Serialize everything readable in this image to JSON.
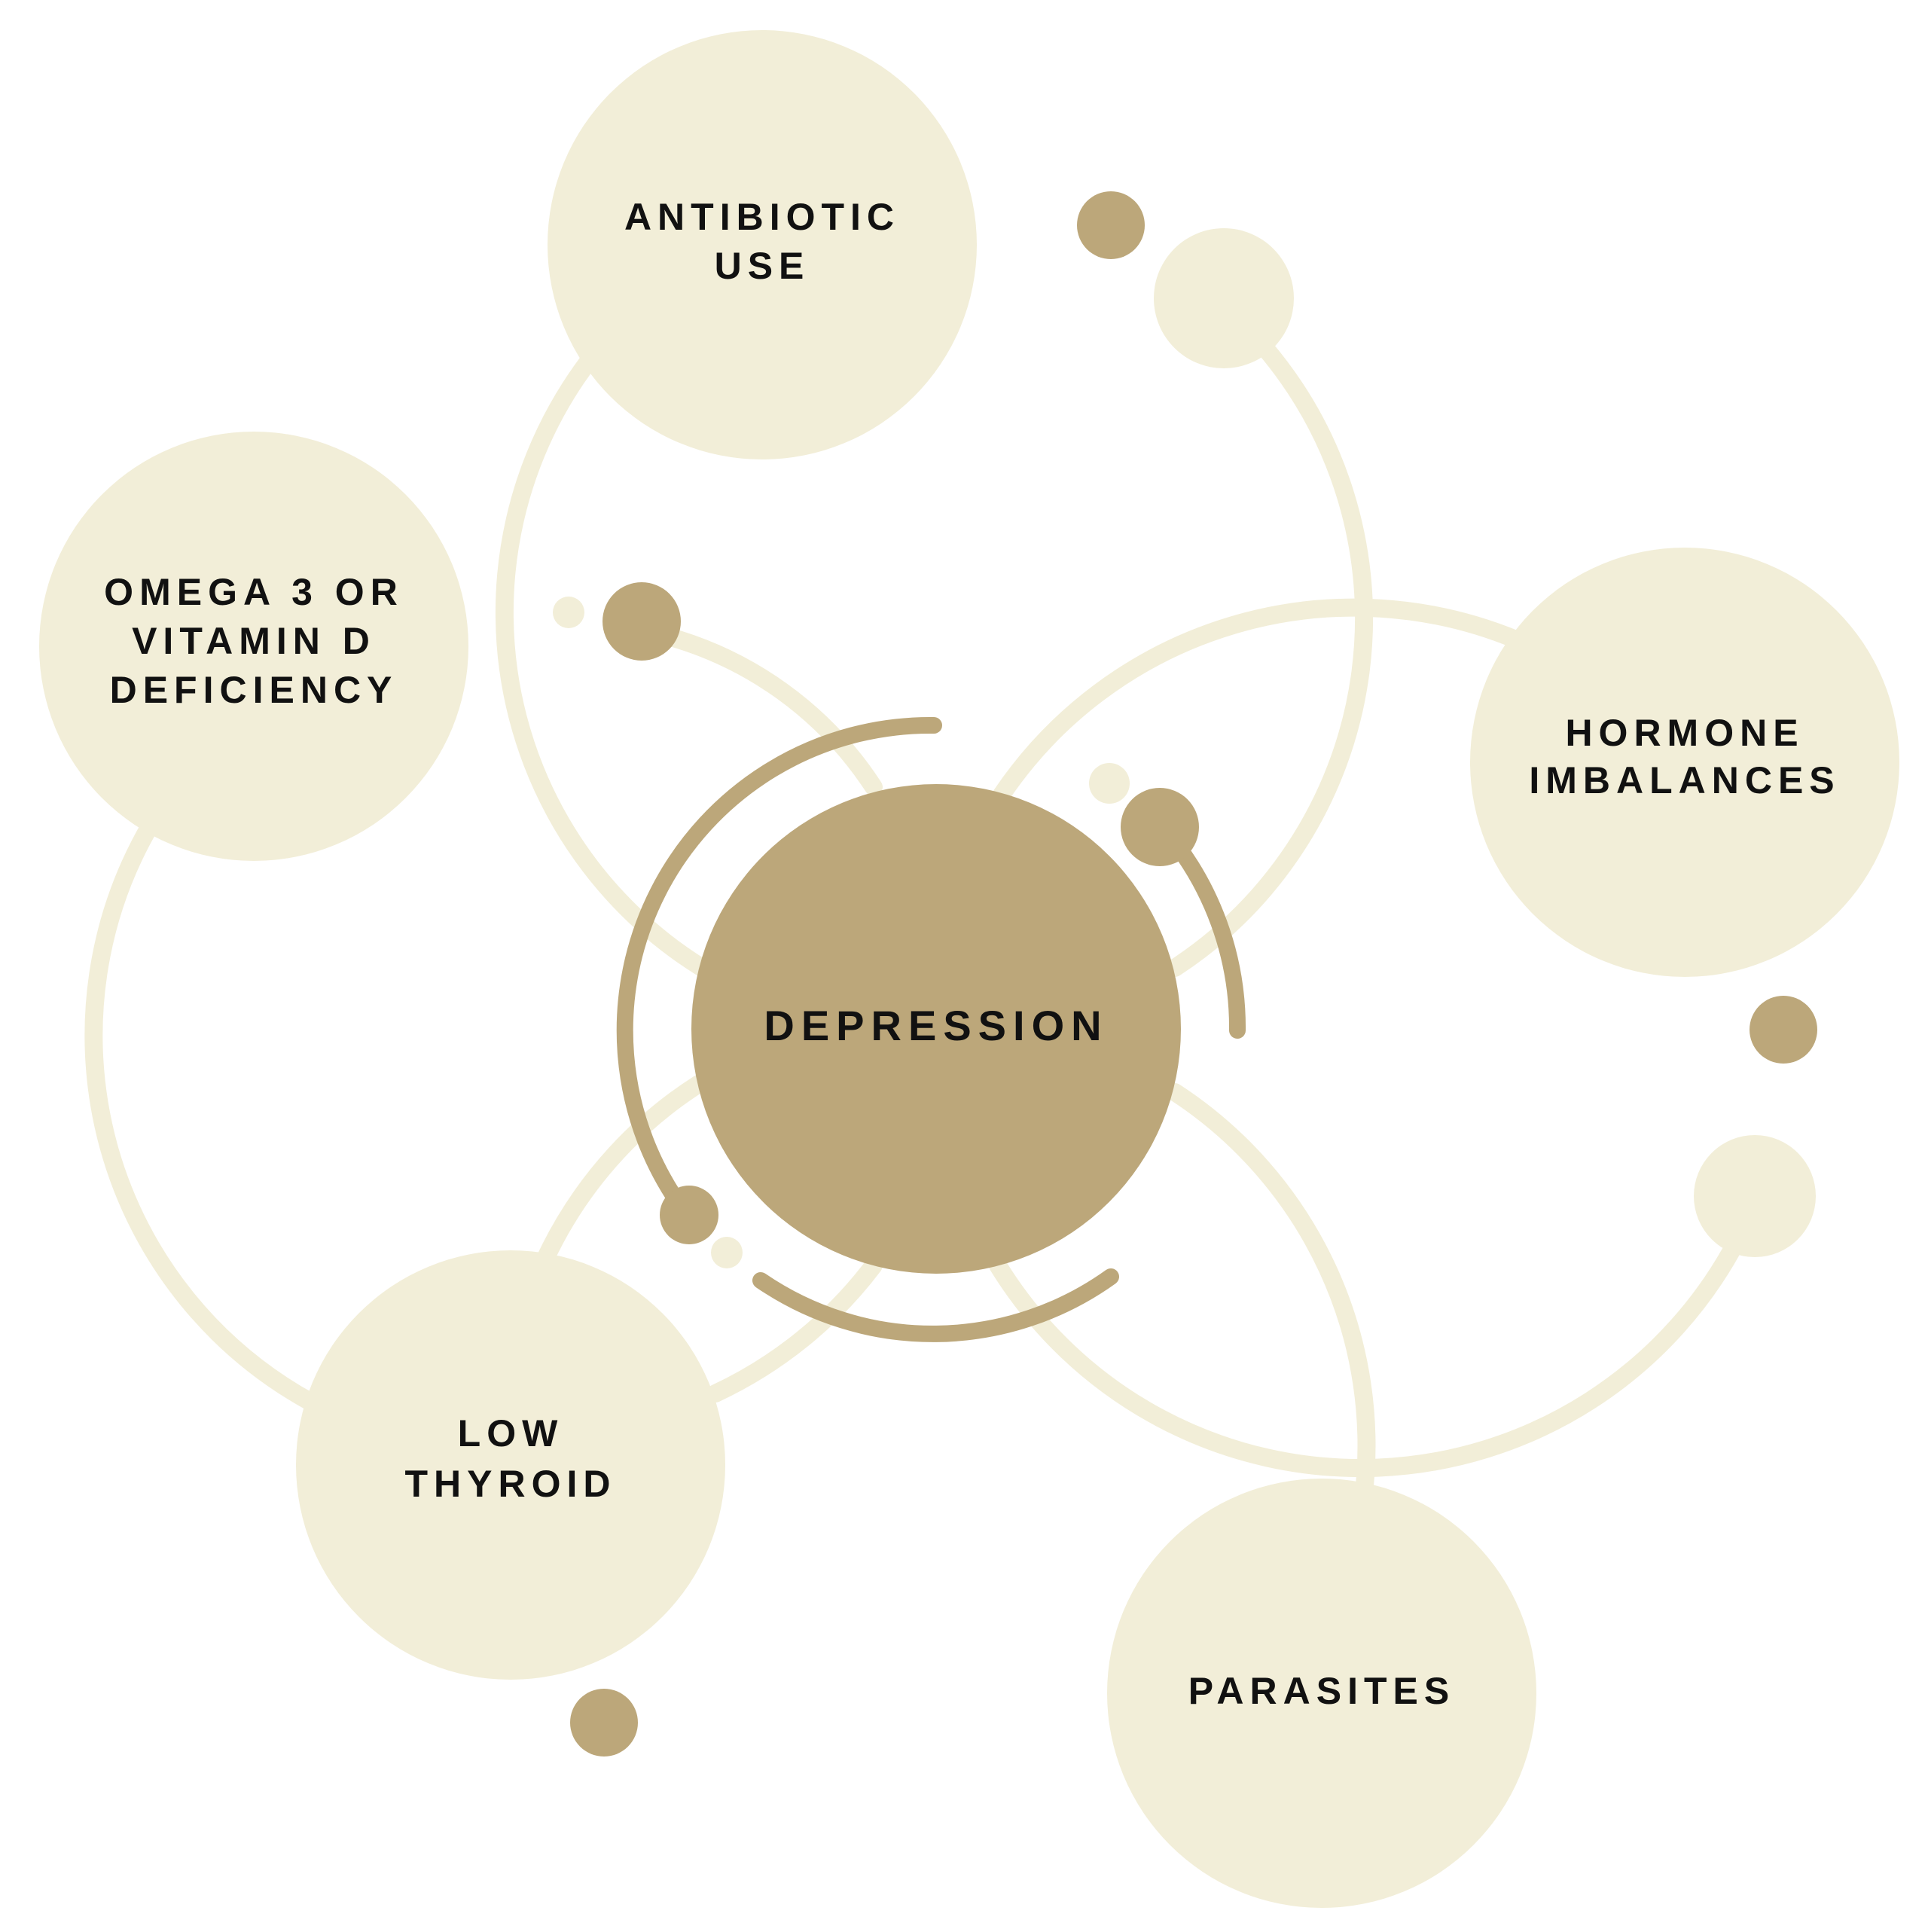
{
  "colors": {
    "light": "#f2eed8",
    "gold": "#bca77a",
    "text": "#111111"
  },
  "center": {
    "label": "DEPRESSION"
  },
  "factors": {
    "antibiotic": {
      "line1": "ANTIBIOTIC",
      "line2": "USE"
    },
    "omega": {
      "line1": "OMEGA 3 OR",
      "line2": "VITAMIN D",
      "line3": "DEFICIENCY"
    },
    "hormone": {
      "line1": "HORMONE",
      "line2": "IMBALANCES"
    },
    "thyroid": {
      "line1": "LOW",
      "line2": "THYROID"
    },
    "parasites": {
      "line1": "PARASITES"
    }
  }
}
